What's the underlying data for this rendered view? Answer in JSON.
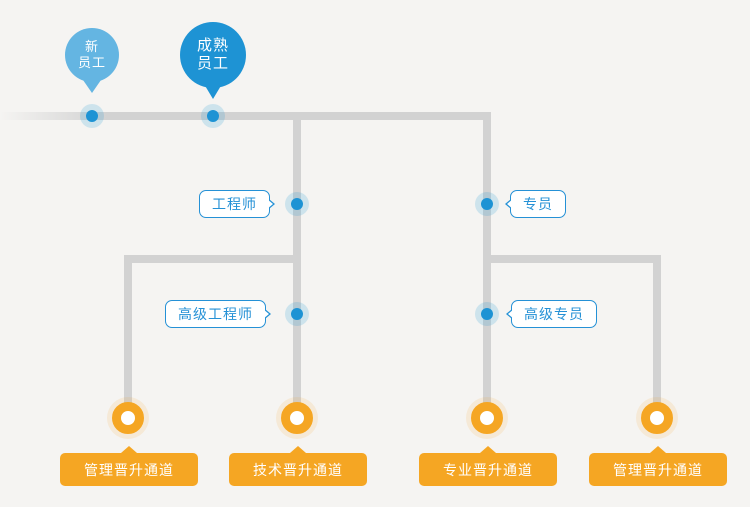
{
  "canvas": {
    "background": "#f5f4f2",
    "line_color": "#d2d2d2",
    "blue": "#1e93d4",
    "blue_light": "#64b5e2",
    "blue_border": "#2591d6",
    "orange": "#f5a623"
  },
  "stages": [
    {
      "id": "new-employee",
      "label": "新\n员工"
    },
    {
      "id": "mature-employee",
      "label": "成熟\n员工"
    }
  ],
  "roles": [
    {
      "id": "engineer",
      "label": "工程师"
    },
    {
      "id": "specialist",
      "label": "专员"
    },
    {
      "id": "senior-engineer",
      "label": "高级工程师"
    },
    {
      "id": "senior-specialist",
      "label": "高级专员"
    }
  ],
  "channels": [
    {
      "id": "management-left",
      "label": "管理晋升通道"
    },
    {
      "id": "technical",
      "label": "技术晋升通道"
    },
    {
      "id": "professional",
      "label": "专业晋升通道"
    },
    {
      "id": "management-right",
      "label": "管理晋升通道"
    }
  ]
}
